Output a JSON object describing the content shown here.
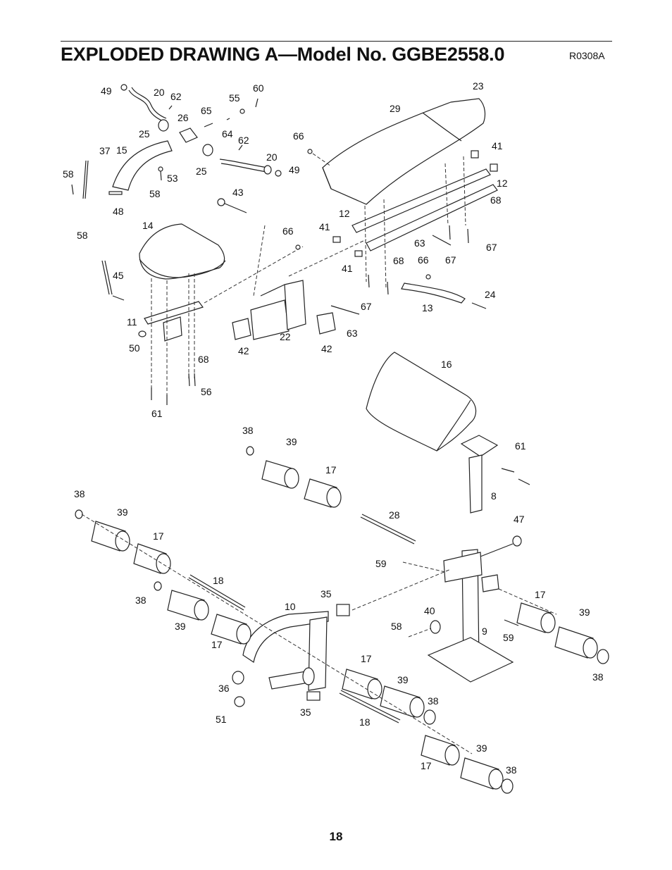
{
  "header": {
    "title": "EXPLODED DRAWING A—Model No. GGBE2558.0",
    "code": "R0308A"
  },
  "footer": {
    "page_number": "18"
  },
  "callouts": [
    "49",
    "20",
    "62",
    "55",
    "60",
    "26",
    "65",
    "25",
    "64",
    "62",
    "20",
    "49",
    "25",
    "53",
    "37",
    "15",
    "58",
    "58",
    "48",
    "43",
    "66",
    "29",
    "23",
    "41",
    "12",
    "68",
    "67",
    "14",
    "58",
    "45",
    "66",
    "12",
    "41",
    "41",
    "68",
    "66",
    "63",
    "67",
    "67",
    "11",
    "50",
    "68",
    "56",
    "61",
    "22",
    "42",
    "42",
    "63",
    "13",
    "24",
    "16",
    "38",
    "39",
    "17",
    "61",
    "8",
    "38",
    "39",
    "17",
    "28",
    "47",
    "59",
    "18",
    "38",
    "39",
    "17",
    "35",
    "10",
    "40",
    "58",
    "9",
    "59",
    "17",
    "39",
    "38",
    "36",
    "17",
    "39",
    "38",
    "51",
    "35",
    "18",
    "39",
    "17",
    "38"
  ]
}
